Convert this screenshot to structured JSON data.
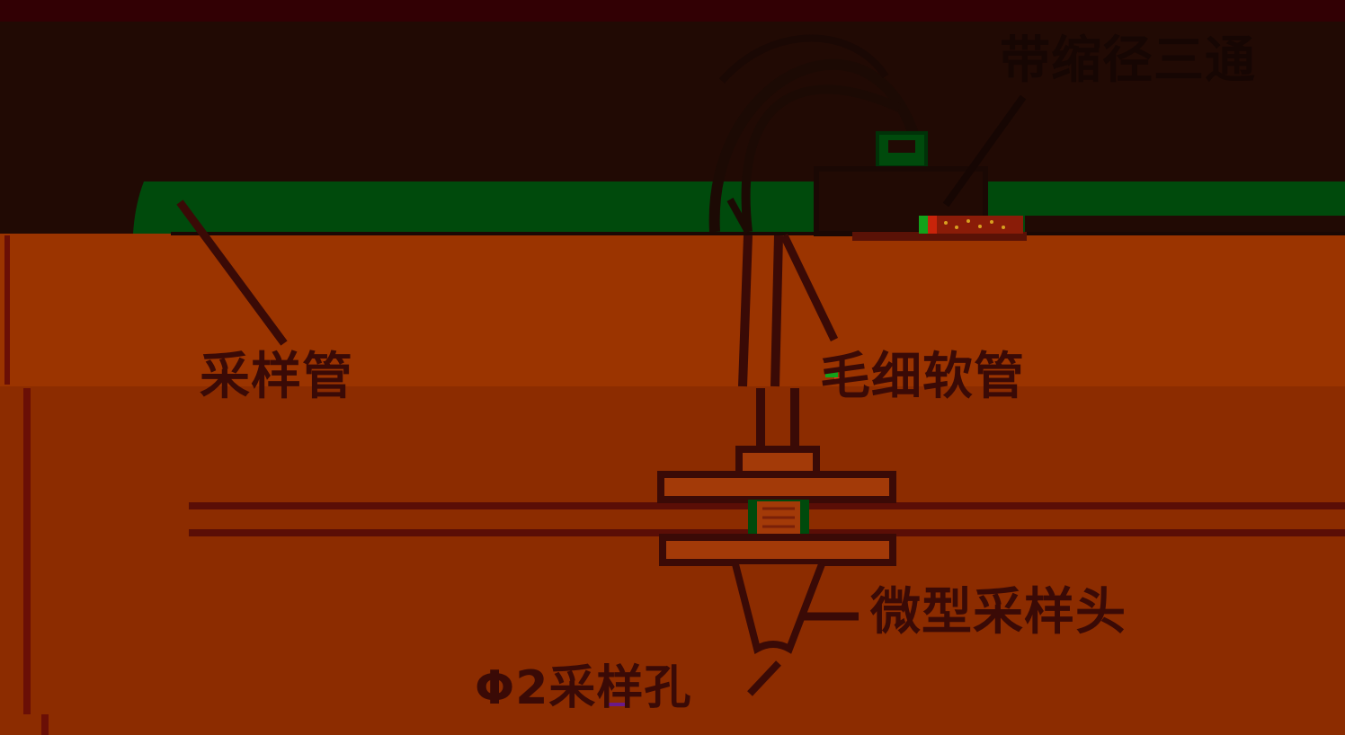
{
  "labels": {
    "reducing_tee": "带缩径三通",
    "sampling_tube": "采样管",
    "capillary_hose": "毛细软管",
    "micro_sampling_head": "微型采样头",
    "sampling_hole": "Φ2采样孔"
  },
  "colors": {
    "sky": "#210a04",
    "top_band": "#320004",
    "ground": "#9b3400",
    "ground_deep": "#8c2c00",
    "sampling_tube": "#004a0c",
    "outline": "#3a0a06",
    "fitting_inner": "#a33a08",
    "label_dark": "#160603"
  }
}
